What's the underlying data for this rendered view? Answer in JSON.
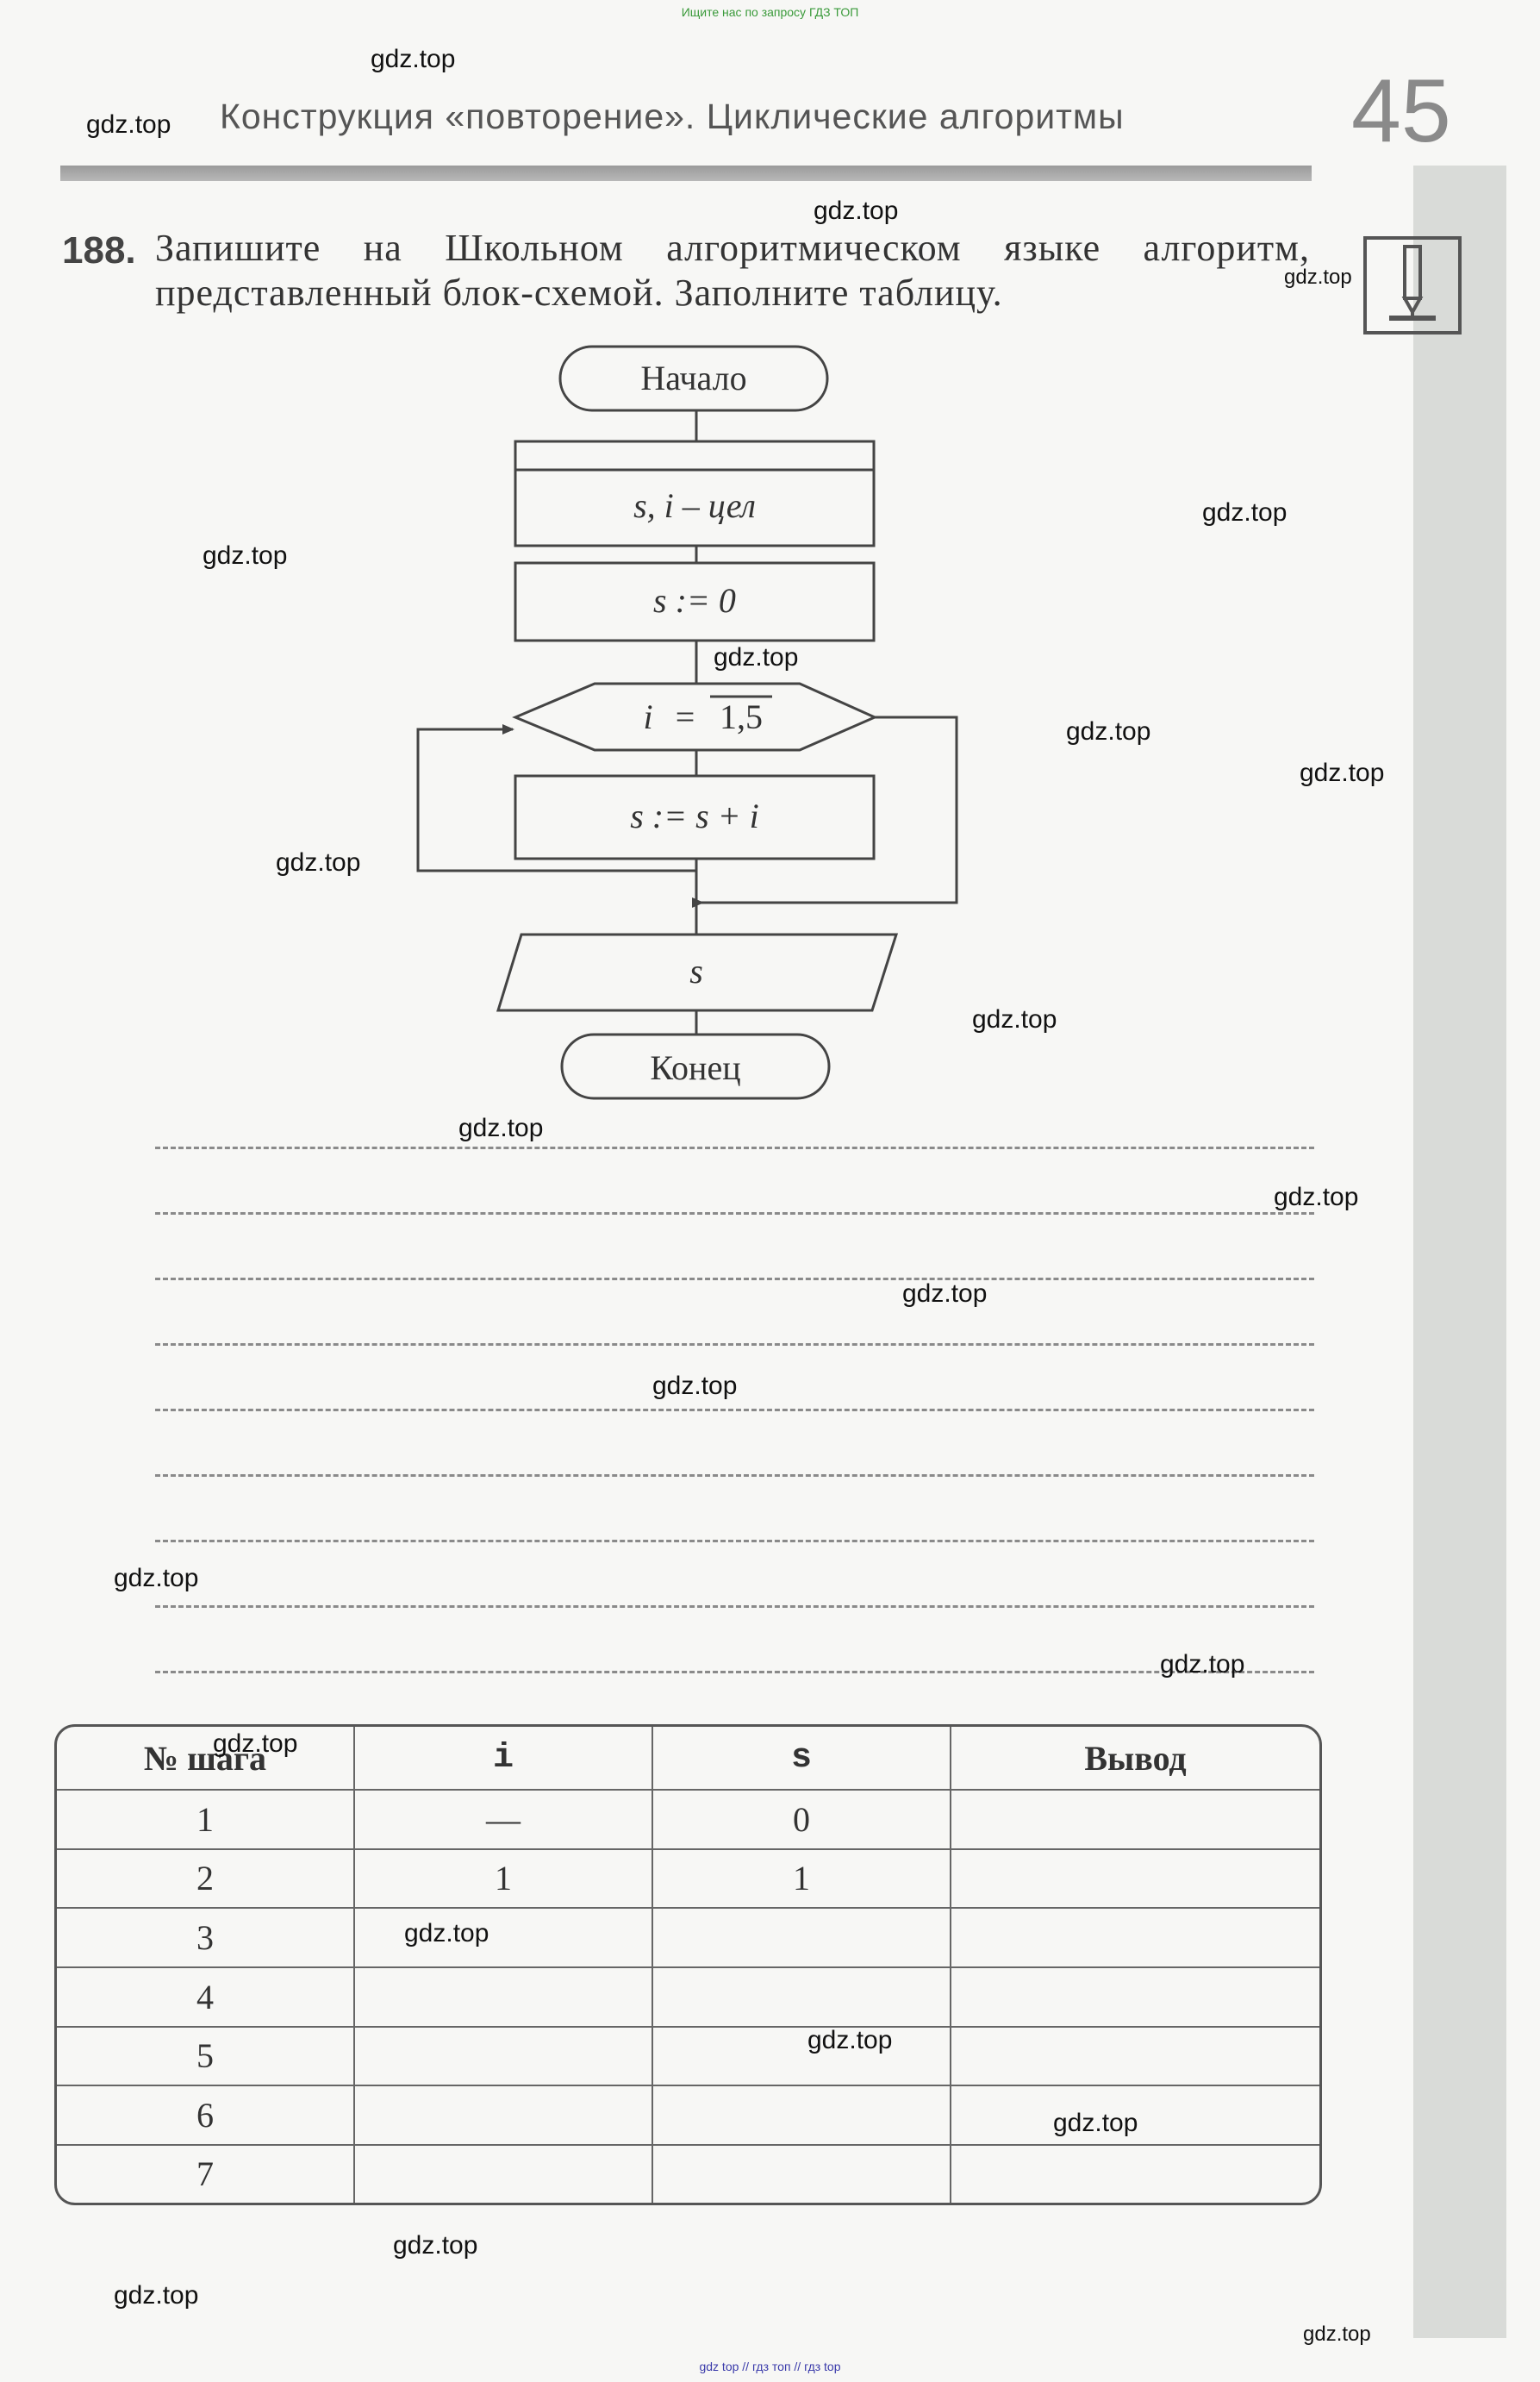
{
  "top_note": "Ищите нас по запросу ГДЗ ТОП",
  "bottom_note": "gdz top  //  гдз топ  //  гдз top",
  "header": {
    "title": "Конструкция «повторение». Циклические алгоритмы",
    "page_number": "45"
  },
  "task": {
    "number": "188.",
    "text": "Запишите на Школьном алгоритмическом языке алгоритм, представленный блок-схемой. Заполните таблицу.",
    "icon": "pencil-write-icon"
  },
  "flowchart": {
    "start": "Начало",
    "declare": "s, i – цел",
    "assign_init": "s := 0",
    "loop_var": "i",
    "loop_eq": "=",
    "loop_range": "1,5",
    "body": "s := s + i",
    "output": "s",
    "end": "Конец"
  },
  "answer_line_count": 9,
  "table": {
    "headers": [
      "№ шага",
      "i",
      "s",
      "Вывод"
    ],
    "rows": [
      [
        "1",
        "—",
        "0",
        ""
      ],
      [
        "2",
        "1",
        "1",
        ""
      ],
      [
        "3",
        "",
        "",
        ""
      ],
      [
        "4",
        "",
        "",
        ""
      ],
      [
        "5",
        "",
        "",
        ""
      ],
      [
        "6",
        "",
        "",
        ""
      ],
      [
        "7",
        "",
        "",
        ""
      ]
    ]
  },
  "watermark_text": "gdz.top"
}
